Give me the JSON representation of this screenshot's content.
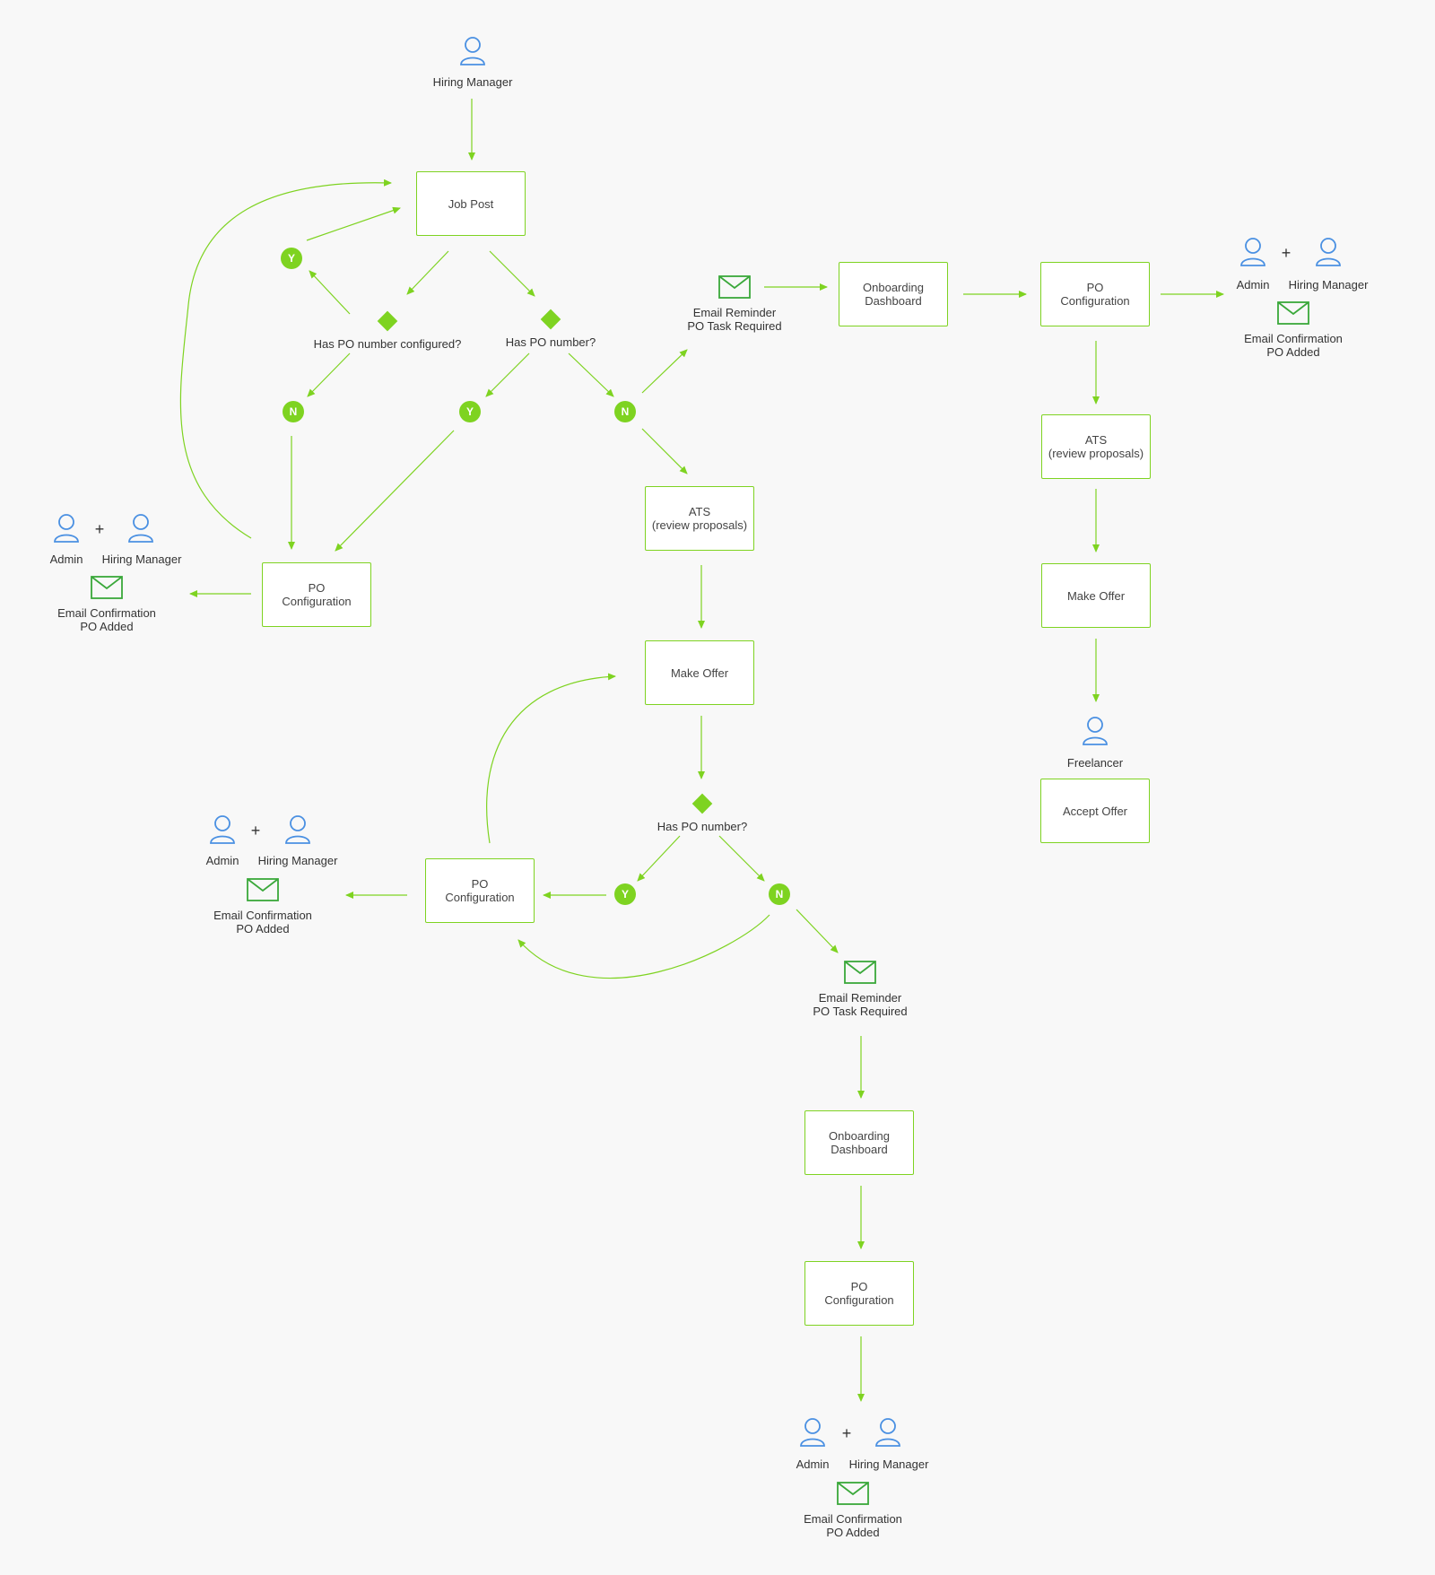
{
  "colors": {
    "accent": "#7ed321",
    "person": "#4a90e2",
    "mail": "#3aa83a"
  },
  "boxes": {
    "job_post": "Job Post",
    "po_config_left": "PO\nConfiguration",
    "onboarding_top": "Onboarding\nDashboard",
    "po_config_top": "PO\nConfiguration",
    "ats_mid": "ATS\n(review proposals)",
    "make_offer_mid": "Make Offer",
    "ats_right": "ATS\n(review proposals)",
    "make_offer_right": "Make Offer",
    "accept_offer": "Accept Offer",
    "po_config_bottom_left": "PO\nConfiguration",
    "onboarding_bottom": "Onboarding\nDashboard",
    "po_config_bottom": "PO\nConfiguration"
  },
  "decisions": {
    "has_po_configured": "Has PO number configured?",
    "has_po_number_top": "Has PO number?",
    "has_po_number_mid": "Has PO number?"
  },
  "badges": {
    "yes": "Y",
    "no": "N"
  },
  "actors": {
    "hiring_manager": "Hiring Manager",
    "admin": "Admin",
    "freelancer": "Freelancer",
    "plus": "+"
  },
  "emails": {
    "reminder": "Email Reminder\nPO Task Required",
    "confirmation": "Email Confirmation\nPO Added"
  }
}
